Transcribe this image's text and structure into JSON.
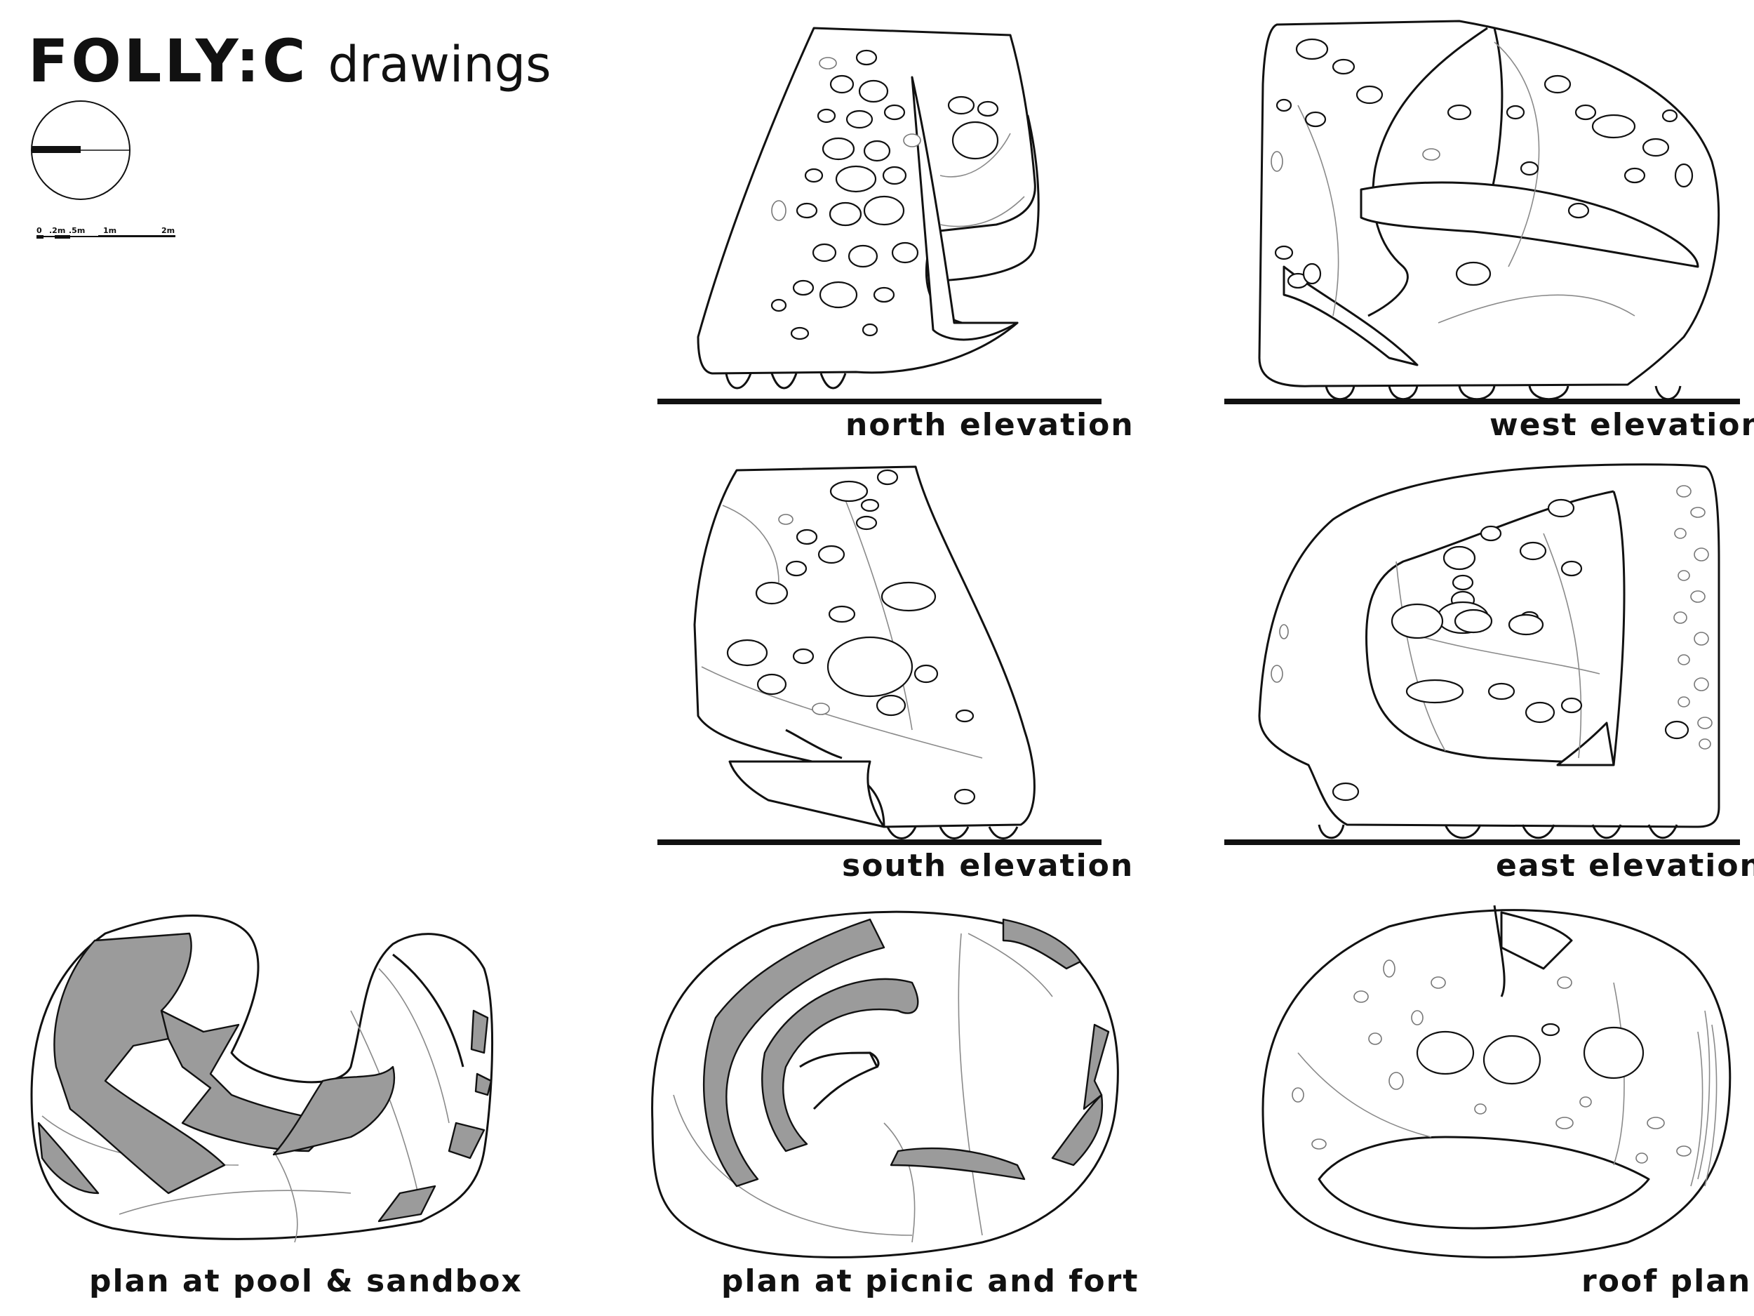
{
  "header": {
    "title": "FOLLY:C",
    "subtitle": "drawings"
  },
  "compass": {
    "icon": "north-arrow-compass-icon"
  },
  "scale_bar": {
    "ticks": [
      "0",
      ".2m",
      ".5m",
      "1m",
      "2m"
    ]
  },
  "views": {
    "north": {
      "label": "north elevation"
    },
    "west": {
      "label": "west elevation"
    },
    "south": {
      "label": "south elevation"
    },
    "east": {
      "label": "east elevation"
    },
    "plan_pool": {
      "label": "plan at pool & sandbox"
    },
    "plan_picnic": {
      "label": "plan at picnic and fort"
    },
    "roof": {
      "label": "roof plan"
    }
  },
  "colors": {
    "line": "#111111",
    "thin_line": "#8a8a8a",
    "cut_fill": "#9b9b9b",
    "background": "#ffffff"
  }
}
